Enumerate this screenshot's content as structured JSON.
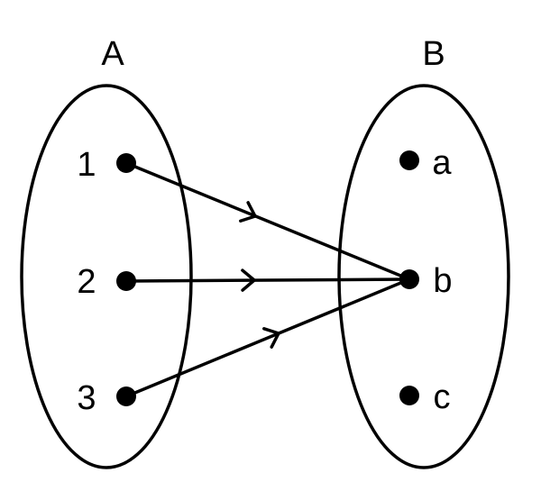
{
  "set_a": {
    "title": "A",
    "elements": [
      "1",
      "2",
      "3"
    ]
  },
  "set_b": {
    "title": "B",
    "elements": [
      "a",
      "b",
      "c"
    ]
  },
  "mappings": [
    {
      "from": "1",
      "to": "b"
    },
    {
      "from": "2",
      "to": "b"
    },
    {
      "from": "3",
      "to": "b"
    }
  ],
  "colors": {
    "stroke": "#000000",
    "background": "#ffffff"
  }
}
